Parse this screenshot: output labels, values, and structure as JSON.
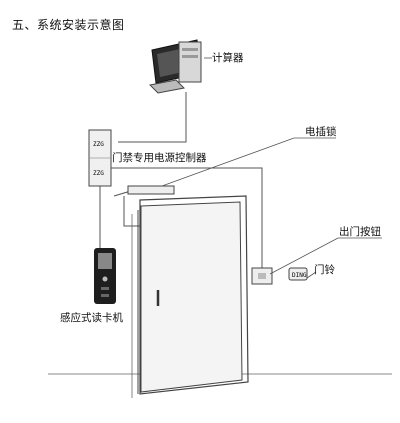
{
  "title": "五、系统安装示意图",
  "labels": {
    "computer": "计算器",
    "controller": "门禁专用电源控制器",
    "lock": "电插锁",
    "reader": "感应式读卡机",
    "exit_button": "出门按钮",
    "doorbell": "门铃"
  },
  "device_marks": {
    "controller_top": "ZZG",
    "controller_bottom": "ZZG"
  },
  "colors": {
    "line": "#555555",
    "screen": "#222222",
    "reader_body": "#1e1e1e",
    "door_fill": "#f4f4f4"
  }
}
